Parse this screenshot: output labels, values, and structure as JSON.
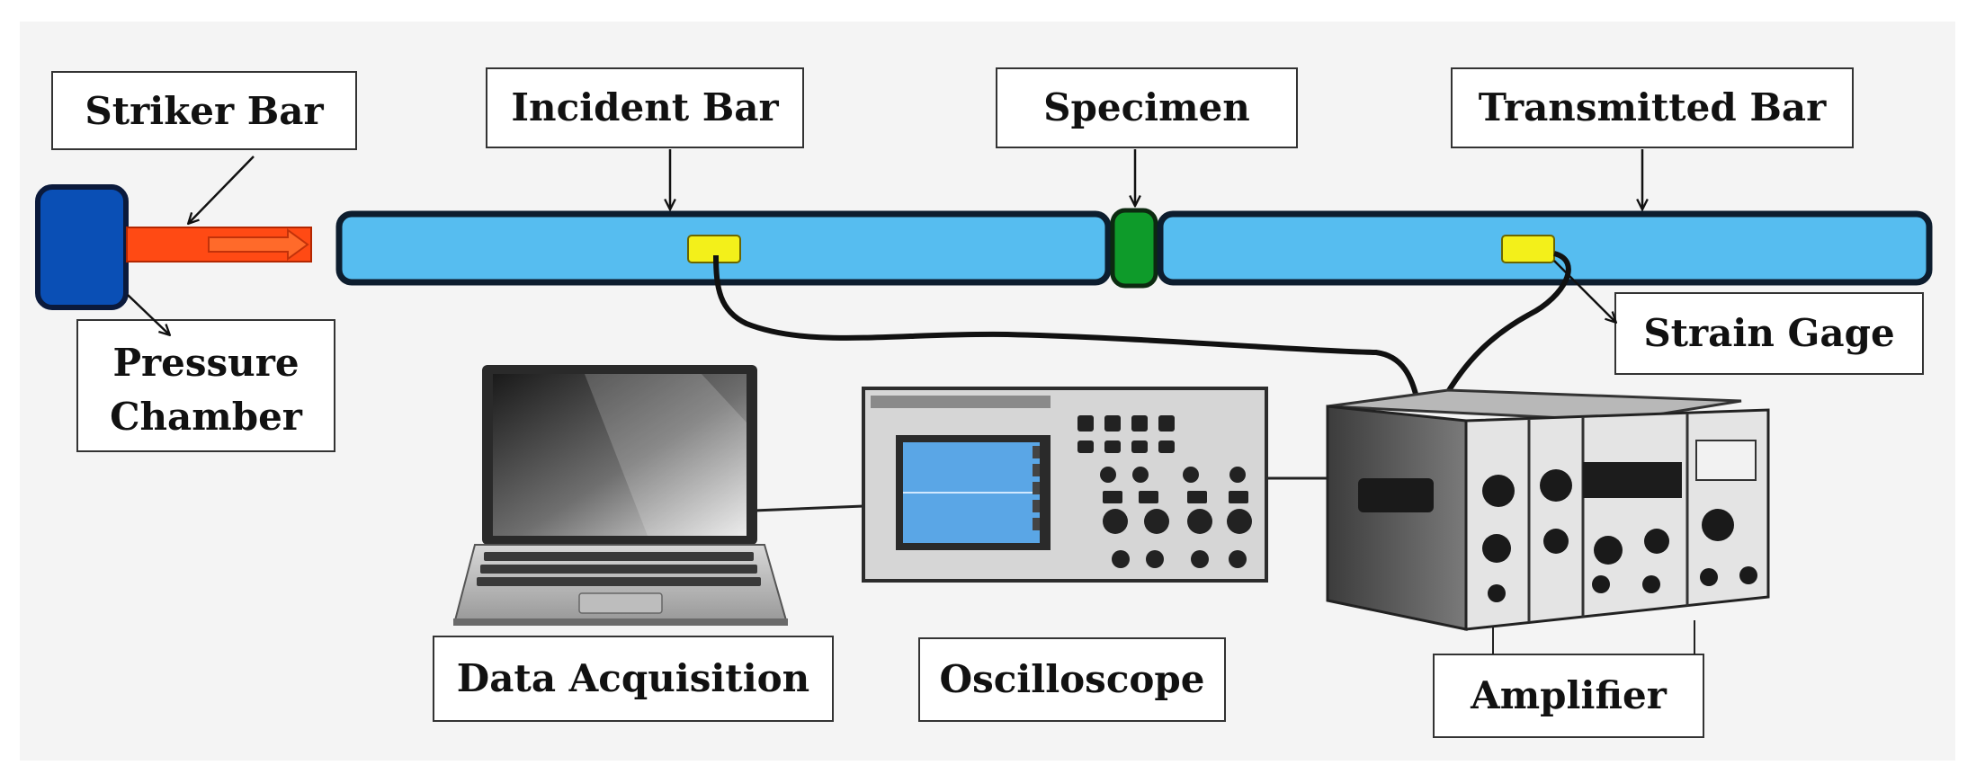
{
  "labels": {
    "striker_bar": "Striker Bar",
    "incident_bar": "Incident Bar",
    "specimen": "Specimen",
    "transmitted_bar": "Transmitted Bar",
    "strain_gage": "Strain Gage",
    "pressure_chamber_line1": "Pressure",
    "pressure_chamber_line2": "Chamber",
    "data_acquisition": "Data Acquisition",
    "oscilloscope": "Oscilloscope",
    "amplifier": "Amplifier"
  },
  "colors": {
    "pressure_chamber": "#0a4fb5",
    "striker_bar": "#ff4a14",
    "bar_fill": "#56bdf0",
    "specimen": "#0e9b2a",
    "strain_gage": "#f3f01a",
    "frame_bg": "#f4f4f4"
  }
}
